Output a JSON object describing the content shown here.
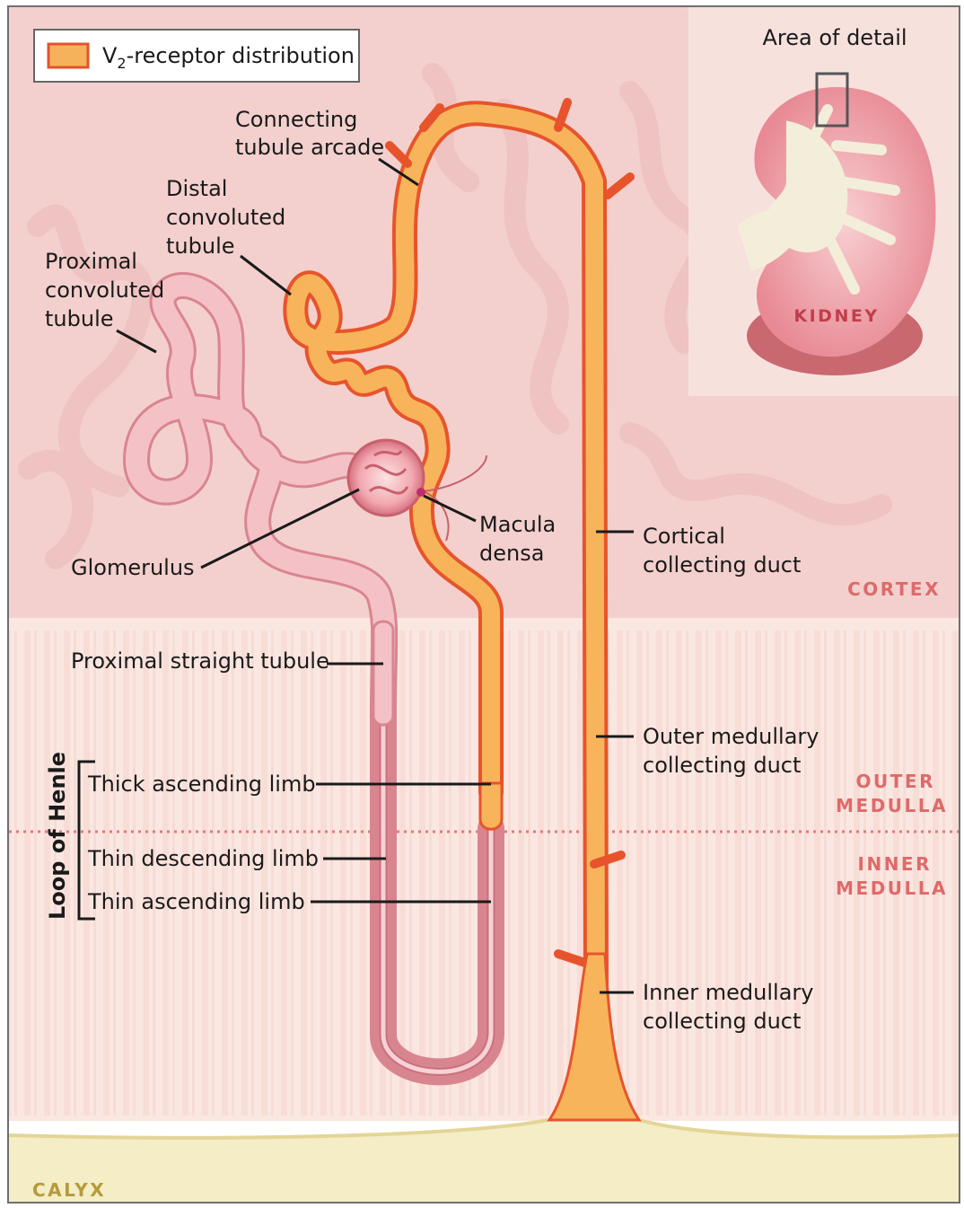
{
  "legend": {
    "text": "V2-receptor distribution",
    "swatch_fill": "#f6b25b",
    "swatch_border": "#e2532e"
  },
  "inset": {
    "title": "Area of detail",
    "organ_label": "KIDNEY"
  },
  "zones": {
    "cortex": "CORTEX",
    "outer_medulla_1": "OUTER",
    "outer_medulla_2": "MEDULLA",
    "inner_medulla_1": "INNER",
    "inner_medulla_2": "MEDULLA",
    "calyx": "CALYX"
  },
  "labels": {
    "connecting_1": "Connecting",
    "connecting_2": "tubule arcade",
    "distal_1": "Distal",
    "distal_2": "convoluted",
    "distal_3": "tubule",
    "proximal_1": "Proximal",
    "proximal_2": "convoluted",
    "proximal_3": "tubule",
    "glomerulus": "Glomerulus",
    "macula_1": "Macula",
    "macula_2": "densa",
    "cortical_cd_1": "Cortical",
    "cortical_cd_2": "collecting duct",
    "proximal_straight": "Proximal straight tubule",
    "outer_cd_1": "Outer medullary",
    "outer_cd_2": "collecting duct",
    "loop_of_henle": "Loop of Henle",
    "thick_ascending": "Thick ascending limb",
    "thin_descending": "Thin descending limb",
    "thin_ascending": "Thin ascending limb",
    "inner_cd_1": "Inner medullary",
    "inner_cd_2": "collecting duct"
  },
  "colors": {
    "v2_fill": "#f8b45a",
    "v2_edge": "#e7542c",
    "tubule_pink": "#f2b9c0",
    "tubule_edge": "#d9808a",
    "cortex_bg": "#f4d3d1",
    "medulla_bg": "#fbe6e0",
    "calyx_bg": "#f3ecc2",
    "zone_text": "#de6a6a"
  }
}
